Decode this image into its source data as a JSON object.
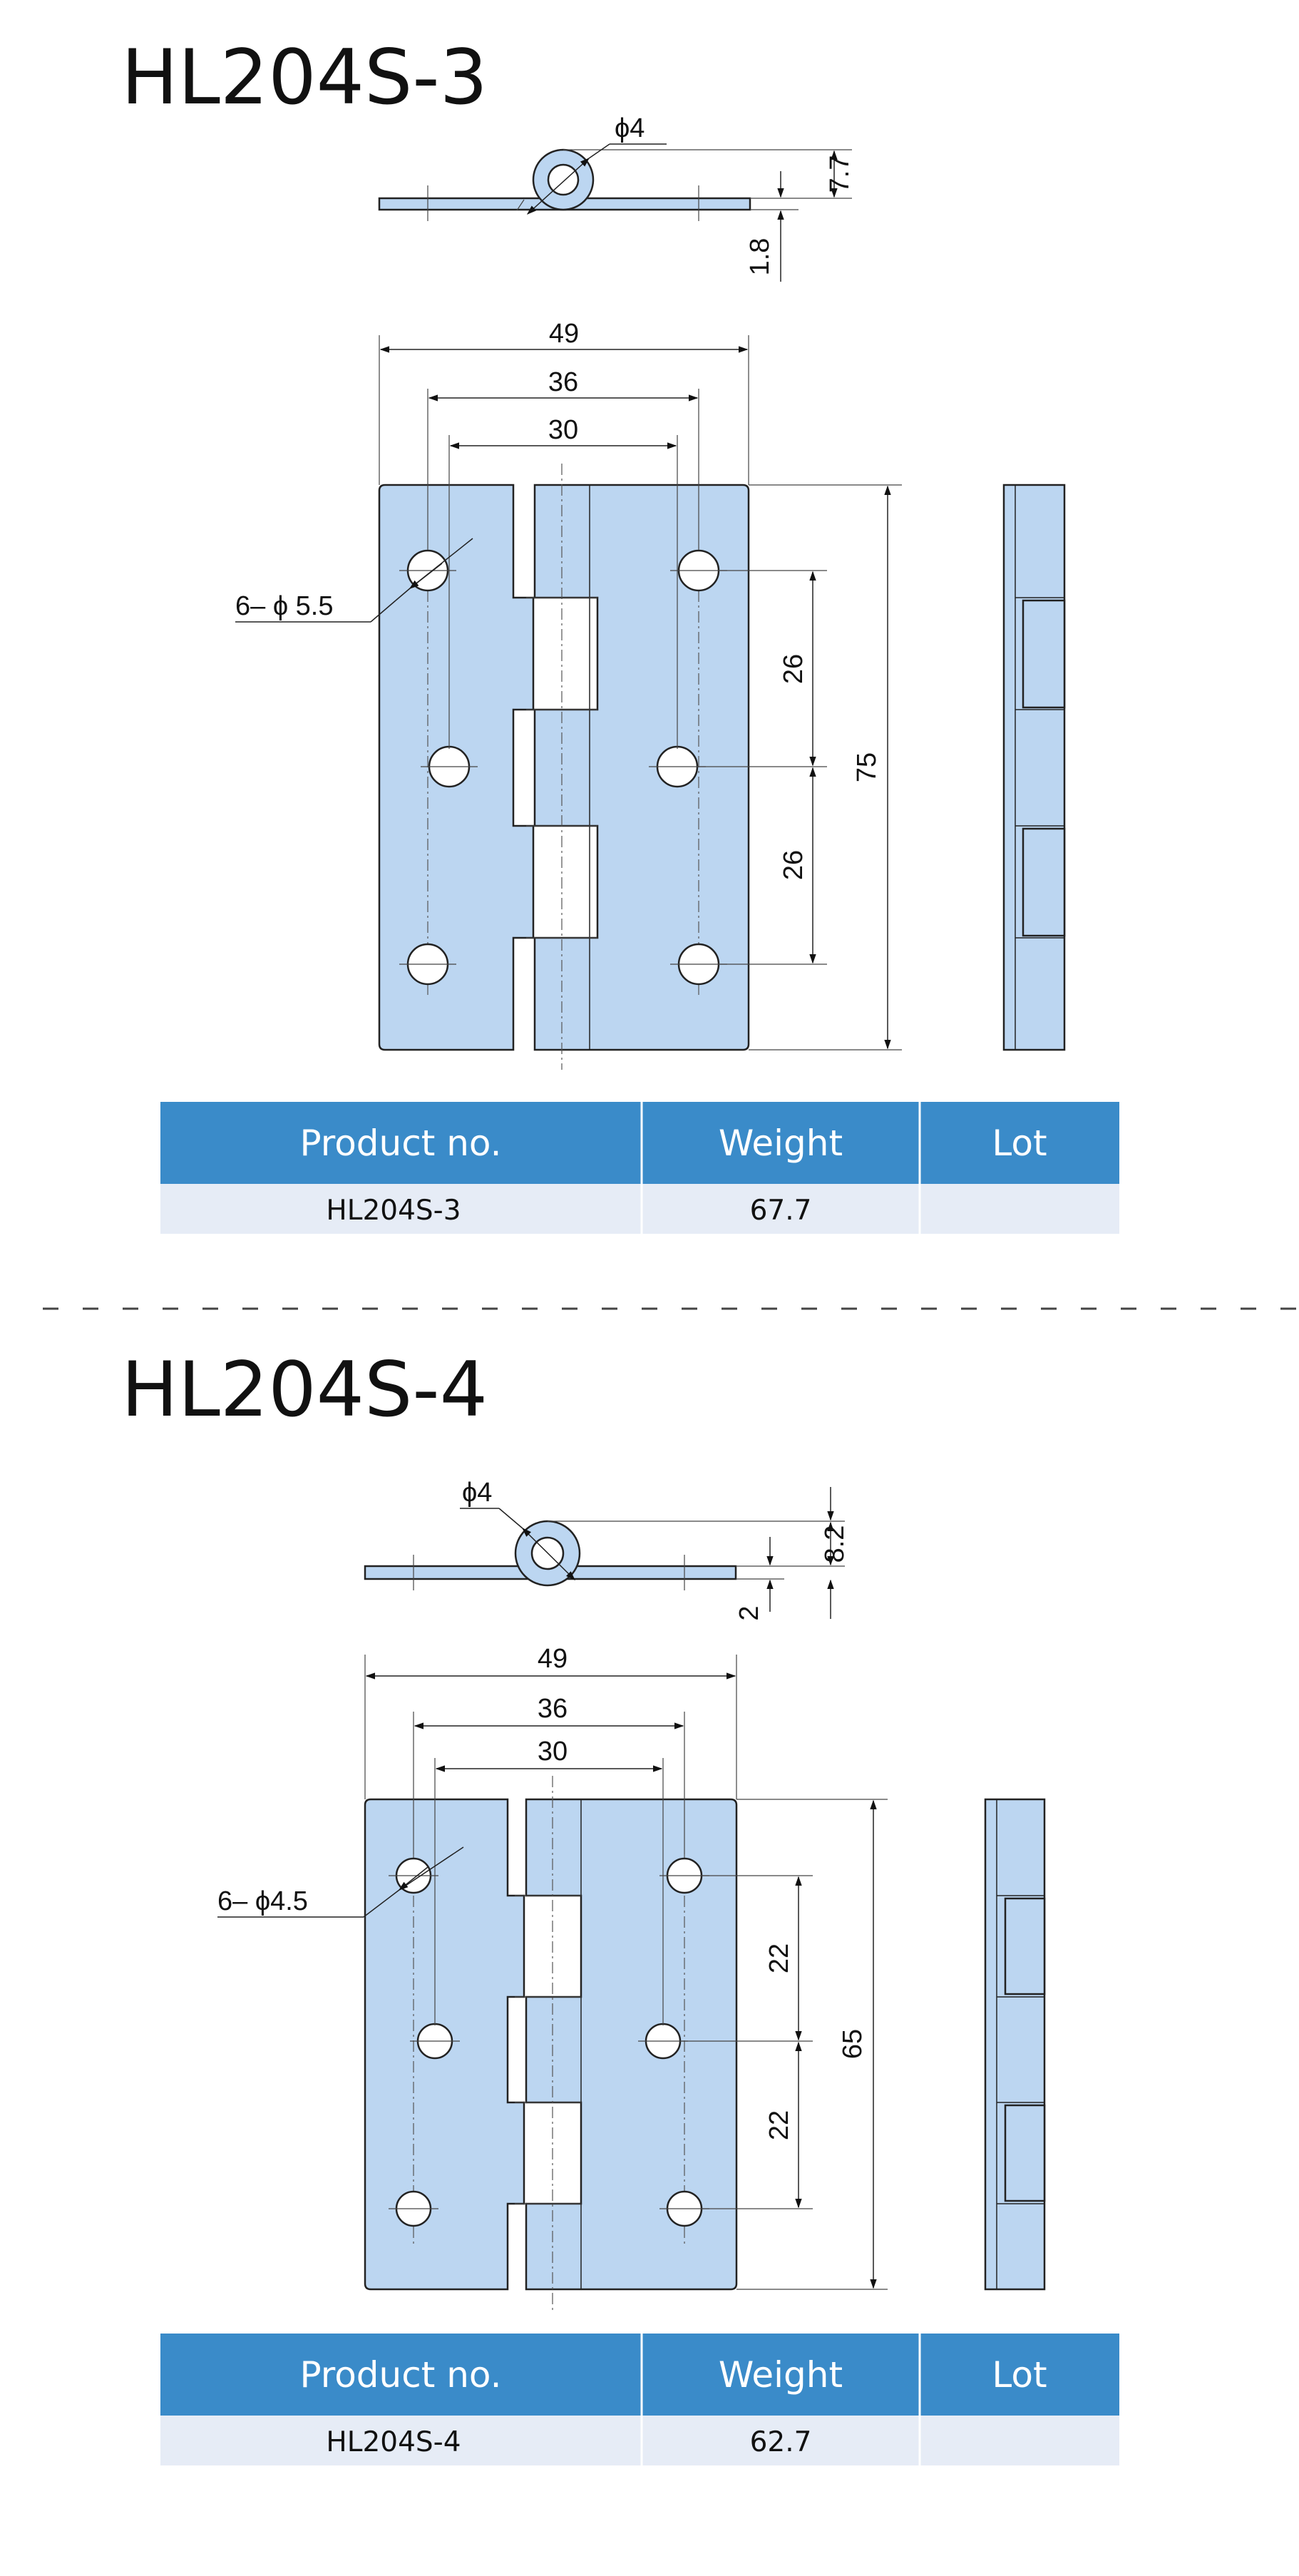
{
  "sections": [
    {
      "title": "HL204S-3",
      "top_view": {
        "pin_dia": "ϕ4",
        "height": "7.7",
        "thickness": "1.8"
      },
      "front_view": {
        "overall_width": "49",
        "hole_span_outer": "36",
        "hole_span_inner": "30",
        "holes_callout": "6– ϕ 5.5",
        "pitch_upper": "26",
        "pitch_lower": "26",
        "overall_height": "75"
      },
      "table": {
        "headers": [
          "Product no.",
          "Weight",
          "Lot"
        ],
        "row": {
          "product_no": "HL204S-3",
          "weight": "67.7",
          "lot": ""
        }
      }
    },
    {
      "title": "HL204S-4",
      "top_view": {
        "pin_dia": "ϕ4",
        "height": "8.2",
        "thickness": "2"
      },
      "front_view": {
        "overall_width": "49",
        "hole_span_outer": "36",
        "hole_span_inner": "30",
        "holes_callout": "6– ϕ4.5",
        "pitch_upper": "22",
        "pitch_lower": "22",
        "overall_height": "65"
      },
      "table": {
        "headers": [
          "Product no.",
          "Weight",
          "Lot"
        ],
        "row": {
          "product_no": "HL204S-4",
          "weight": "62.7",
          "lot": ""
        }
      }
    }
  ],
  "colors": {
    "plate_fill": "#bcd6f1",
    "table_header": "#3a8bc9",
    "table_row": "#e6ecf6",
    "line": "#222222"
  }
}
